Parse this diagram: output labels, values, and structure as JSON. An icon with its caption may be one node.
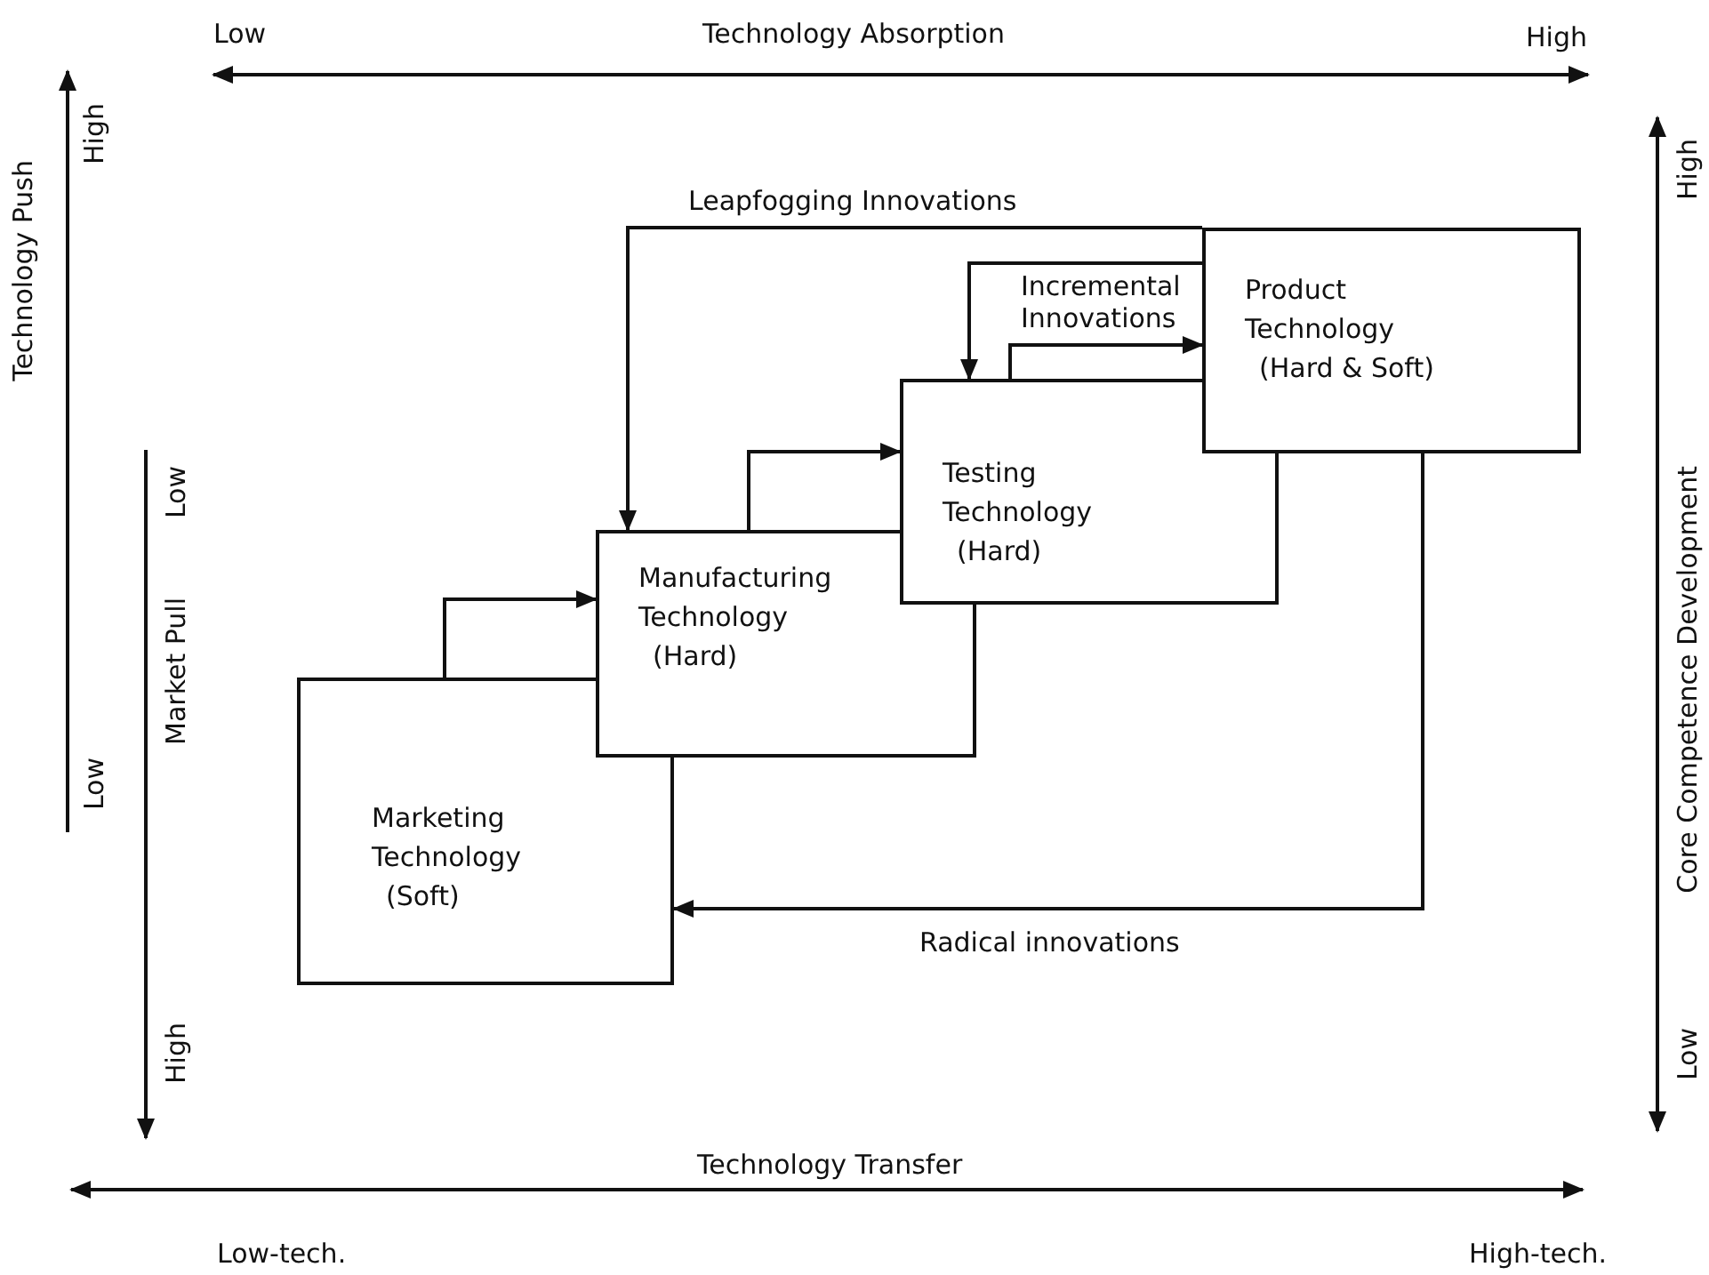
{
  "diagram": {
    "nodes": [
      {
        "text": [
          "Marketing Technology",
          "(Soft)"
        ]
      },
      {
        "text": [
          "Manufacturing Technology",
          "(Hard)"
        ]
      },
      {
        "text": [
          "Testing Technology",
          "(Hard)"
        ]
      },
      {
        "text": [
          "Product Technology",
          "(Hard & Soft)"
        ]
      }
    ],
    "edges": [
      {
        "from": 0,
        "to": 1,
        "arrow": "to"
      },
      {
        "from": 1,
        "to": 2,
        "arrow": "to"
      },
      {
        "from": 3,
        "to": 2,
        "arrow": "to",
        "label": "Incremental Innovations"
      },
      {
        "from": 2,
        "to": 3,
        "arrow": "to"
      },
      {
        "from": 3,
        "to": 1,
        "arrow": "to",
        "label": "Leapfogging Innovations"
      },
      {
        "from": 3,
        "to": 0,
        "arrow": "to",
        "label": "Radical innovations"
      }
    ],
    "labels": [
      "Low",
      "Technology Absorption",
      "High",
      "High",
      "Technology Push",
      "Low",
      "Low",
      "Market Pull",
      "High",
      "High",
      "Core Competence Development",
      "Low",
      "Technology Transfer",
      "Low-tech.",
      "High-tech."
    ]
  }
}
